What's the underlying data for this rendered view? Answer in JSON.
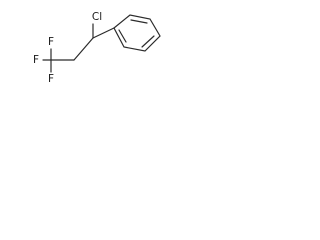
{
  "molecule": {
    "labels": {
      "chlorine": "Cl",
      "fluorine_1": "F",
      "fluorine_2": "F",
      "fluorine_3": "F"
    },
    "bond_color": "#2b2b2b",
    "text_color": "#1a1a1a"
  }
}
